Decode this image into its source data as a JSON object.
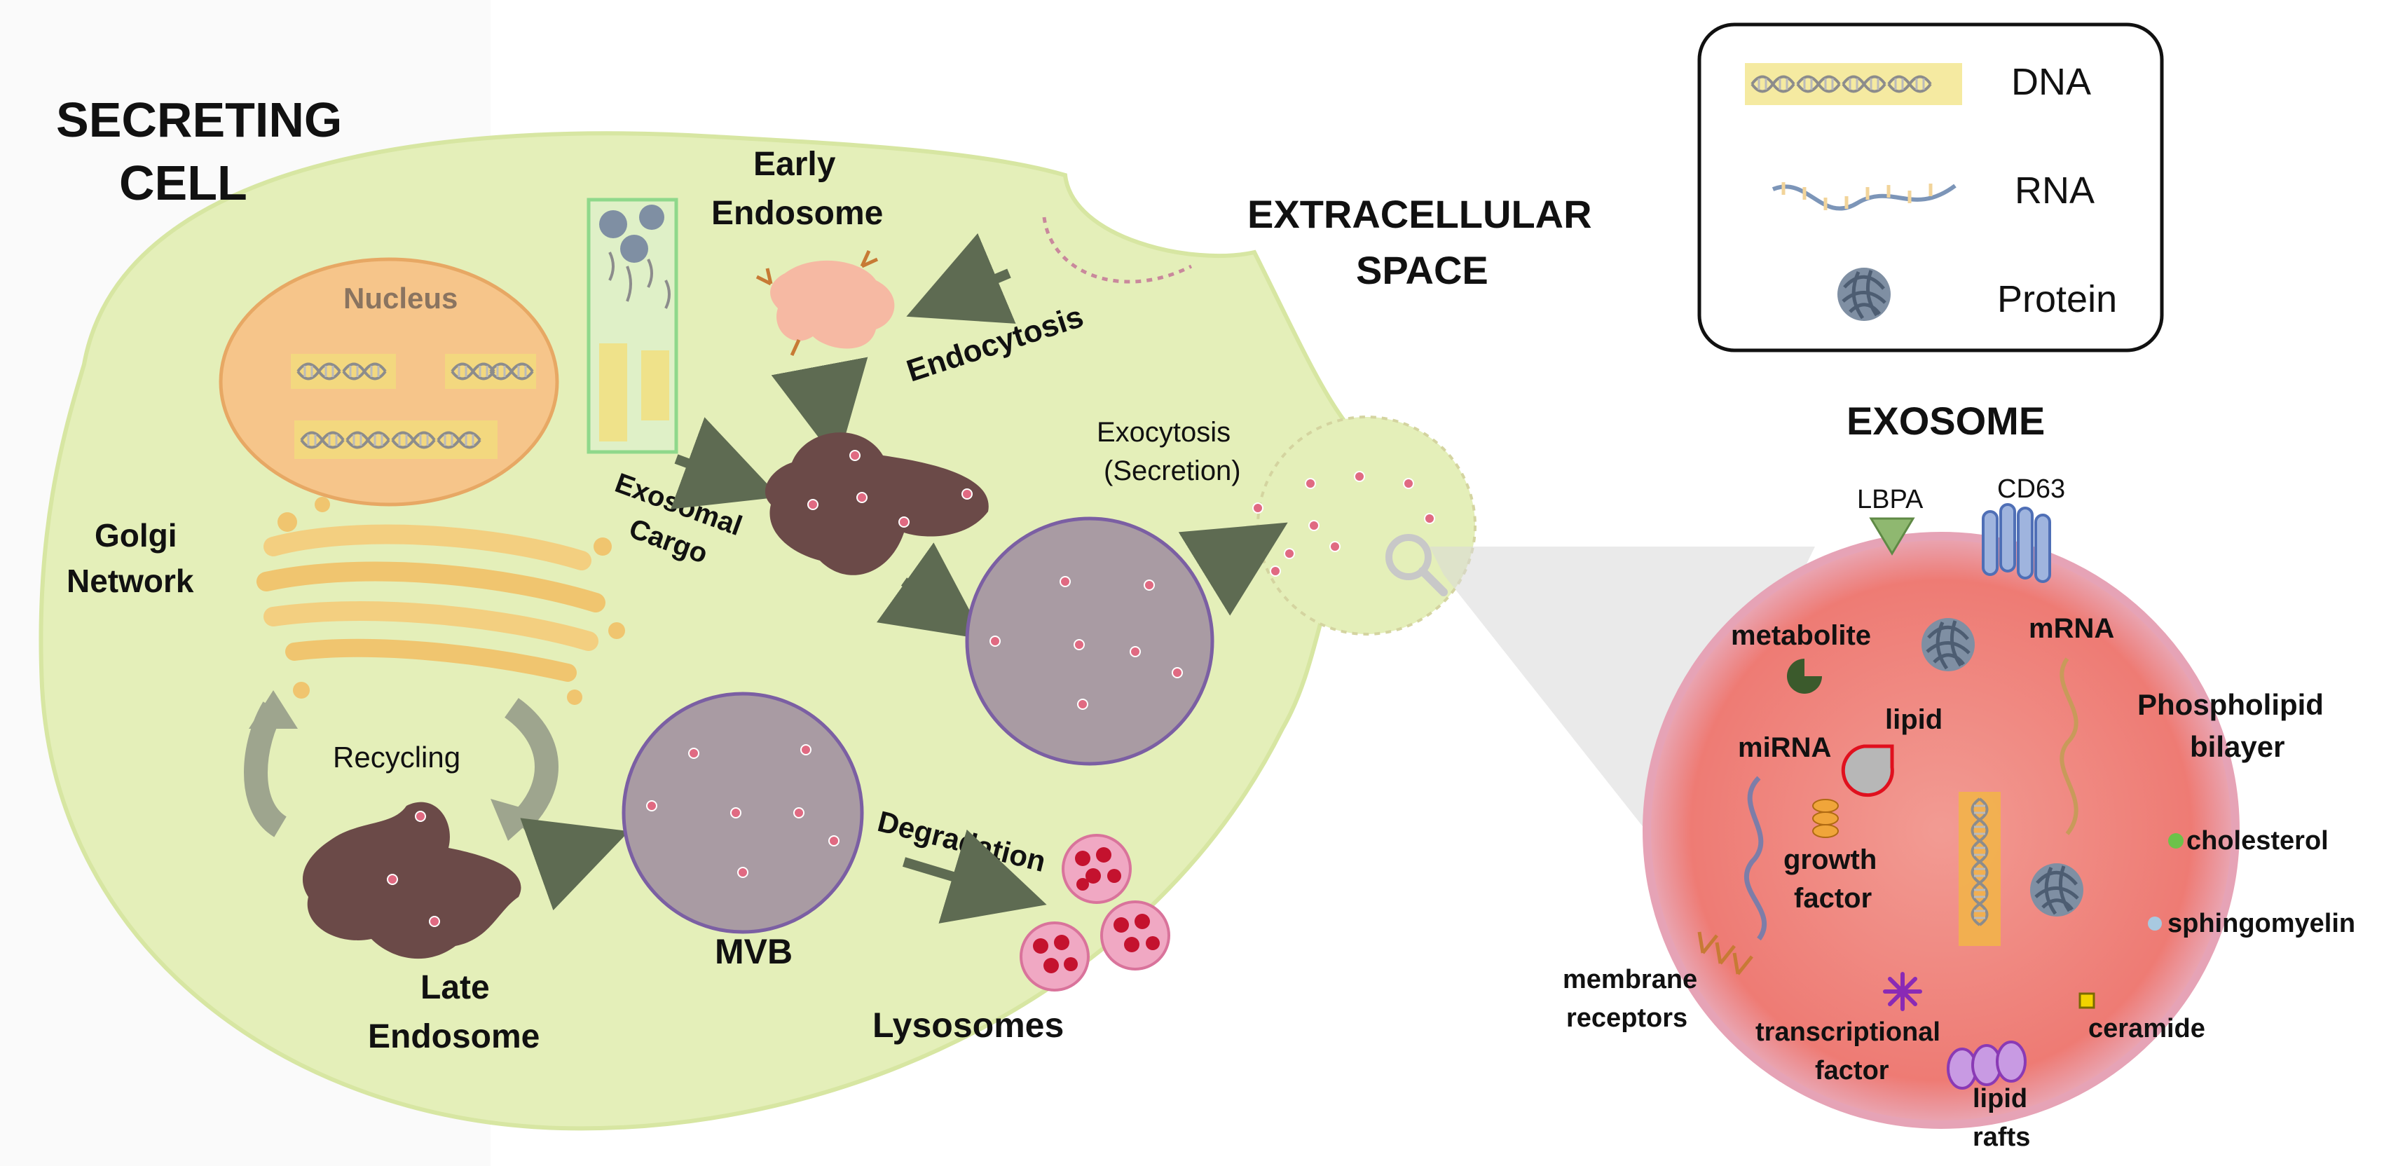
{
  "cell": {
    "title": [
      "SECRETING",
      "CELL"
    ],
    "nucleus": "Nucleus",
    "golgi": [
      "Golgi",
      "Network"
    ],
    "early_endosome": [
      "Early",
      "Endosome"
    ],
    "endocytosis": "Endocytosis",
    "exosomal_cargo": [
      "Exosomal",
      "Cargo"
    ],
    "exocytosis": [
      "Exocytosis",
      "(Secretion)"
    ],
    "recycling": "Recycling",
    "late_endosome": [
      "Late",
      "Endosome"
    ],
    "mvb": "MVB",
    "degradation": "Degradation",
    "lysosomes": "Lysosomes"
  },
  "extracellular": [
    "EXTRACELLULAR",
    "SPACE"
  ],
  "legend": {
    "items": [
      {
        "label": "DNA",
        "icon": "dna-icon"
      },
      {
        "label": "RNA",
        "icon": "rna-icon"
      },
      {
        "label": "Protein",
        "icon": "protein-icon"
      }
    ]
  },
  "exosome": {
    "title": "EXOSOME",
    "lbpa": "LBPA",
    "cd63": "CD63",
    "metabolite": "metabolite",
    "mrna": "mRNA",
    "lipid": "lipid",
    "mirna": "miRNA",
    "phospholipid": [
      "Phospholipid",
      "bilayer"
    ],
    "growth_factor": [
      "growth",
      "factor"
    ],
    "cholesterol": "cholesterol",
    "sphingomyelin": "sphingomyelin",
    "membrane_receptors": [
      "membrane",
      "receptors"
    ],
    "transcriptional_factor": [
      "transcriptional",
      "factor"
    ],
    "ceramide": "ceramide",
    "lipid_rafts": [
      "lipid",
      "rafts"
    ]
  },
  "colors": {
    "cell_fill": "#e4efb9",
    "nucleus_fill": "#f6c58a",
    "endosome_brown": "#6b4a48",
    "early_endosome": "#f6b9a3",
    "mvb_fill": "#a99ba3",
    "exosome_fill": "#ef7f78",
    "arrow": "#5e6b52"
  }
}
